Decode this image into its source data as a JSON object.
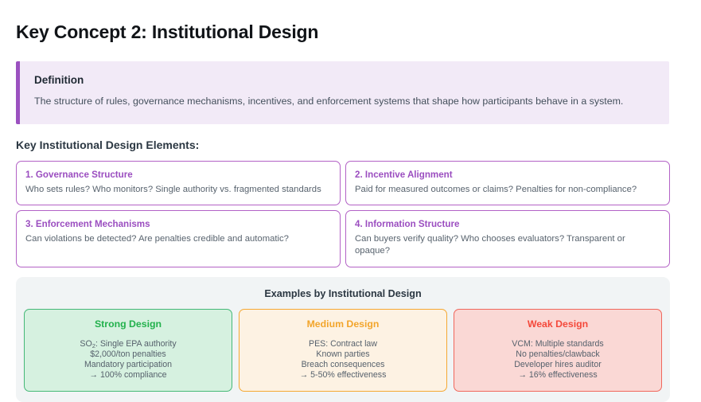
{
  "page_title": "Key Concept 2: Institutional Design",
  "definition": {
    "heading": "Definition",
    "text": "The structure of rules, governance mechanisms, incentives, and enforcement systems that shape how participants behave in a system.",
    "accent_color": "#9b51c0",
    "background_color": "#f2eaf7"
  },
  "elements": {
    "heading": "Key Institutional Design Elements:",
    "accent_color": "#9b4ec0",
    "border_color": "#b362c6",
    "cards": [
      {
        "title": "1. Governance Structure",
        "text": "Who sets rules? Who monitors? Single authority vs. fragmented standards"
      },
      {
        "title": "2. Incentive Alignment",
        "text": "Paid for measured outcomes or claims? Penalties for non-compliance?"
      },
      {
        "title": "3. Enforcement Mechanisms",
        "text": "Can violations be detected? Are penalties credible and automatic?"
      },
      {
        "title": "4. Information Structure",
        "text": "Can buyers verify quality? Who chooses evaluators? Transparent or opaque?"
      }
    ]
  },
  "examples": {
    "heading": "Examples by Institutional Design",
    "background_color": "#f1f4f5",
    "panels": [
      {
        "title": "Strong Design",
        "title_color": "#22b14c",
        "border_color": "#45b877",
        "background_color": "#d6f1e0",
        "line1_prefix": "SO",
        "line1_sub": "2",
        "line1_suffix": ": Single EPA authority",
        "line2": "$2,000/ton penalties",
        "line3": "Mandatory participation",
        "line4": "→ 100% compliance"
      },
      {
        "title": "Medium Design",
        "title_color": "#f2a52b",
        "border_color": "#f5a833",
        "background_color": "#fdf2e3",
        "line1": "PES: Contract law",
        "line2": "Known parties",
        "line3": "Breach consequences",
        "line4": "→ 5-50% effectiveness"
      },
      {
        "title": "Weak Design",
        "title_color": "#f4483a",
        "border_color": "#f0675c",
        "background_color": "#fad8d5",
        "line1": "VCM: Multiple standards",
        "line2": "No penalties/clawback",
        "line3": "Developer hires auditor",
        "line4": "→ 16% effectiveness"
      }
    ]
  }
}
